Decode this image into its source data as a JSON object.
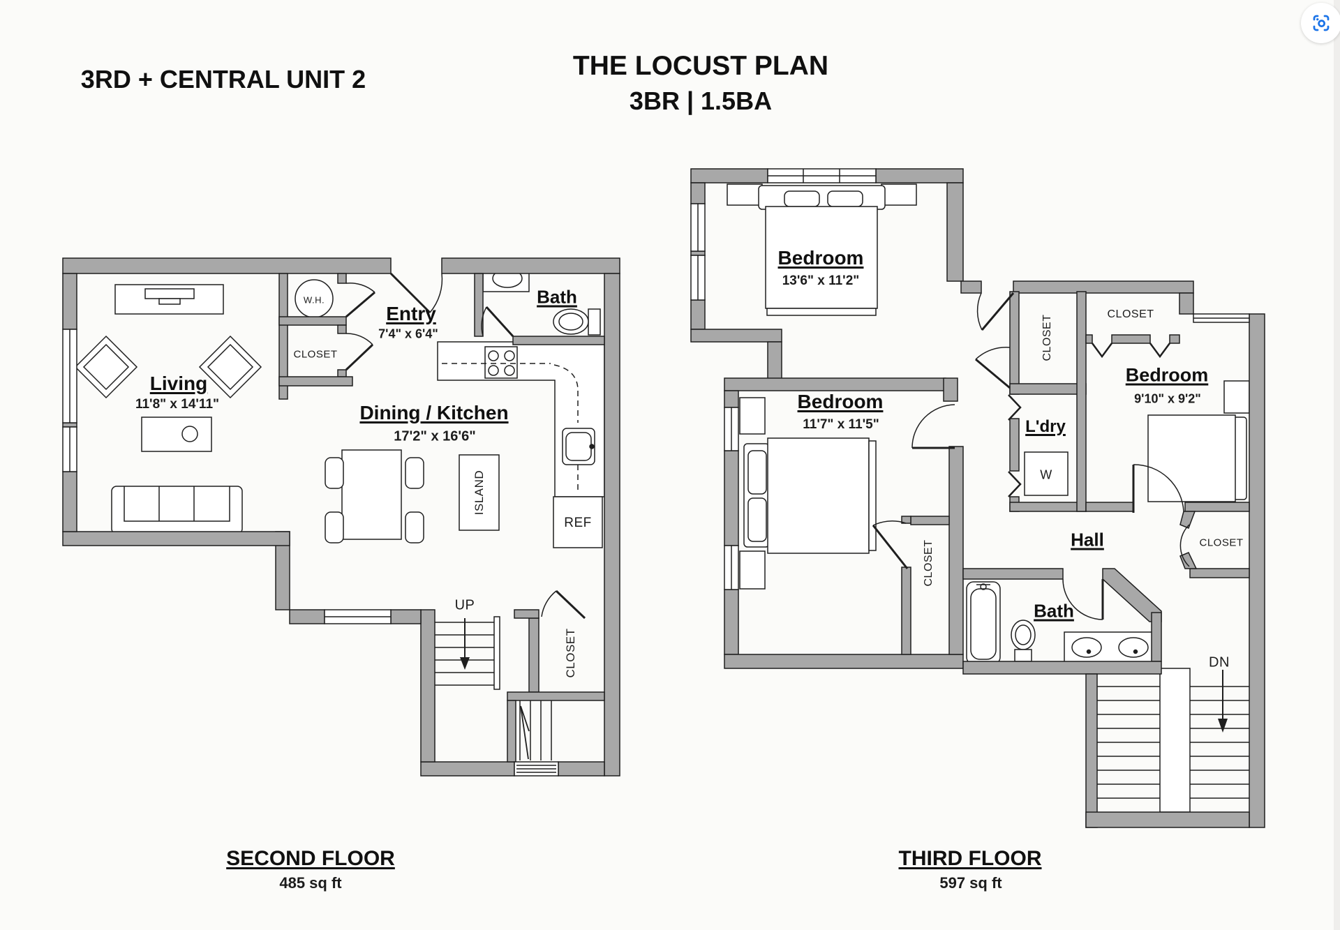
{
  "header": {
    "unit_title": "3RD + CENTRAL UNIT 2",
    "plan_title": "THE LOCUST PLAN",
    "plan_subtitle": "3BR | 1.5BA"
  },
  "second_floor": {
    "caption": "SECOND FLOOR",
    "area": "485 sq ft",
    "living": {
      "label": "Living",
      "dims": "11'8\" x 14'11\""
    },
    "entry": {
      "label": "Entry",
      "dims": "7'4\" x 6'4\""
    },
    "bath": {
      "label": "Bath"
    },
    "dining_kitchen": {
      "label": "Dining / Kitchen",
      "dims": "17'2\" x 16'6\""
    },
    "water_heater": {
      "label": "W.H."
    },
    "entry_closet": {
      "label": "CLOSET"
    },
    "island": {
      "label": "ISLAND"
    },
    "fridge": {
      "label": "REF"
    },
    "stairs": {
      "label": "UP"
    },
    "stair_closet": {
      "label": "CLOSET"
    }
  },
  "third_floor": {
    "caption": "THIRD FLOOR",
    "area": "597 sq ft",
    "bedroom_large": {
      "label": "Bedroom",
      "dims": "13'6\" x 11'2\""
    },
    "bedroom_mid": {
      "label": "Bedroom",
      "dims": "11'7\" x 11'5\""
    },
    "bedroom_small": {
      "label": "Bedroom",
      "dims": "9'10\" x 9'2\""
    },
    "hall_closet_vertical": {
      "label": "CLOSET"
    },
    "bedroom_small_closet": {
      "label": "CLOSET"
    },
    "bedroom_mid_closet": {
      "label": "CLOSET"
    },
    "hall_closet_right": {
      "label": "CLOSET"
    },
    "laundry": {
      "label": "L'dry",
      "washer": "W"
    },
    "hall": {
      "label": "Hall"
    },
    "bath": {
      "label": "Bath"
    },
    "stairs": {
      "label": "DN"
    }
  },
  "controls": {
    "lens_button": "screenshot-search"
  },
  "colors": {
    "wall": "#a8a8a8",
    "line": "#1f1f1f",
    "background": "#fbfbf9",
    "accent_blue": "#1a73e8"
  }
}
